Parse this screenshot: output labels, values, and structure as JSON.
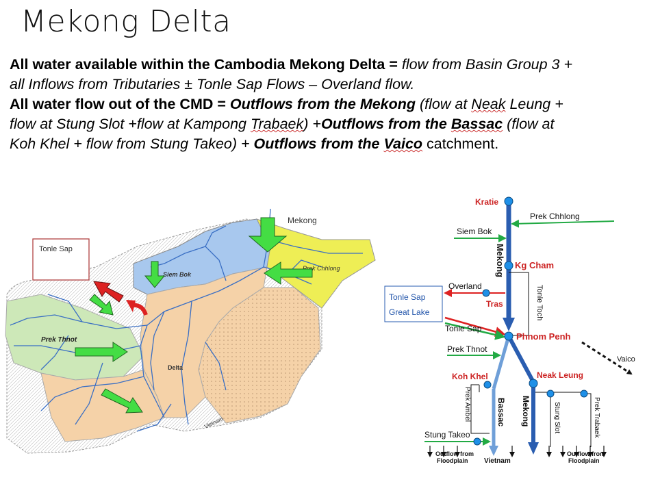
{
  "title": "Mekong Delta",
  "text": {
    "l1_bold": "All water available within the Cambodia Mekong Delta = ",
    "l1_ital": "flow from Basin Group 3 +",
    "l2_ital": "all Inflows from Tributaries ± Tonle Sap Flows – Overland flow.",
    "l3_bold": "All water flow out of the CMD = ",
    "l3_bi": "Outflows from the Mekong",
    "l3_ital_a": " (flow at ",
    "l3_u": "Neak",
    "l3_ital_b": " Leung +",
    "l4_ital_a": "flow at Stung Slot +flow at Kampong ",
    "l4_u": "Trabaek",
    "l4_ital_b": ") +",
    "l4_bi_a": "Outflows from the ",
    "l4_bu": "Bassac",
    "l4_ital_c": " (flow at",
    "l5_ital": "Koh Khel + flow from Stung Takeo) + ",
    "l5_bi_a": "Outflows from the ",
    "l5_bu": "Vaico",
    "l5_plain": " catchment."
  },
  "map": {
    "label_tonle_sap": "Tonle Sap",
    "label_mekong": "Mekong",
    "label_prek_chhlong": "Prek Chhlong",
    "label_siem_bok": "Siem Bok",
    "label_prek_thnot": "Prek Thnot",
    "label_delta": "Delta",
    "label_vietnam": "Vietnam",
    "colors": {
      "arrow_green": "#44dd44",
      "arrow_red": "#dd2222",
      "region_blue": "#a8c8ee",
      "region_yellow": "#eeee55",
      "region_orange": "#f5d2a8",
      "region_green": "#cde8b8"
    }
  },
  "schematic": {
    "kratie": "Kratie",
    "prek_chhlong": "Prek Chhlong",
    "siem_bok": "Siem Bok",
    "mekong_upper": "Mekong",
    "kg_cham": "Kg Cham",
    "overland": "Overland",
    "tras": "Tras",
    "tonle_toch": "Tonle Toch",
    "tonle_sap_box": "Tonle Sap",
    "great_lake": "Great Lake",
    "tonle_sap_flow": "Tonle Sap",
    "phnom_penh": "Phnom Penh",
    "prek_thnot": "Prek Thnot",
    "vaico": "Vaico",
    "koh_khel": "Koh Khel",
    "neak_leung": "Neak Leung",
    "prek_ambel": "Prek Ambel",
    "bassac": "Bassac",
    "mekong_lower": "Mekong",
    "stung_slot": "Stung Slot",
    "prek_trabaek": "Prek Trabaek",
    "stung_takeo": "Stung Takeo",
    "outflow_fp_left_1": "Outflow from",
    "outflow_fp_left_2": "Floodplain",
    "vietnam": "Vietnam",
    "outflow_fp_right_1": "Outflow from",
    "outflow_fp_right_2": "Floodplain",
    "colors": {
      "red_text": "#cc2222",
      "blue_text": "#2255aa",
      "river_dark": "#2a5db0",
      "river_light": "#6f9fd8",
      "node": "#1e90e8",
      "green": "#22aa44",
      "red": "#dd2222"
    }
  }
}
